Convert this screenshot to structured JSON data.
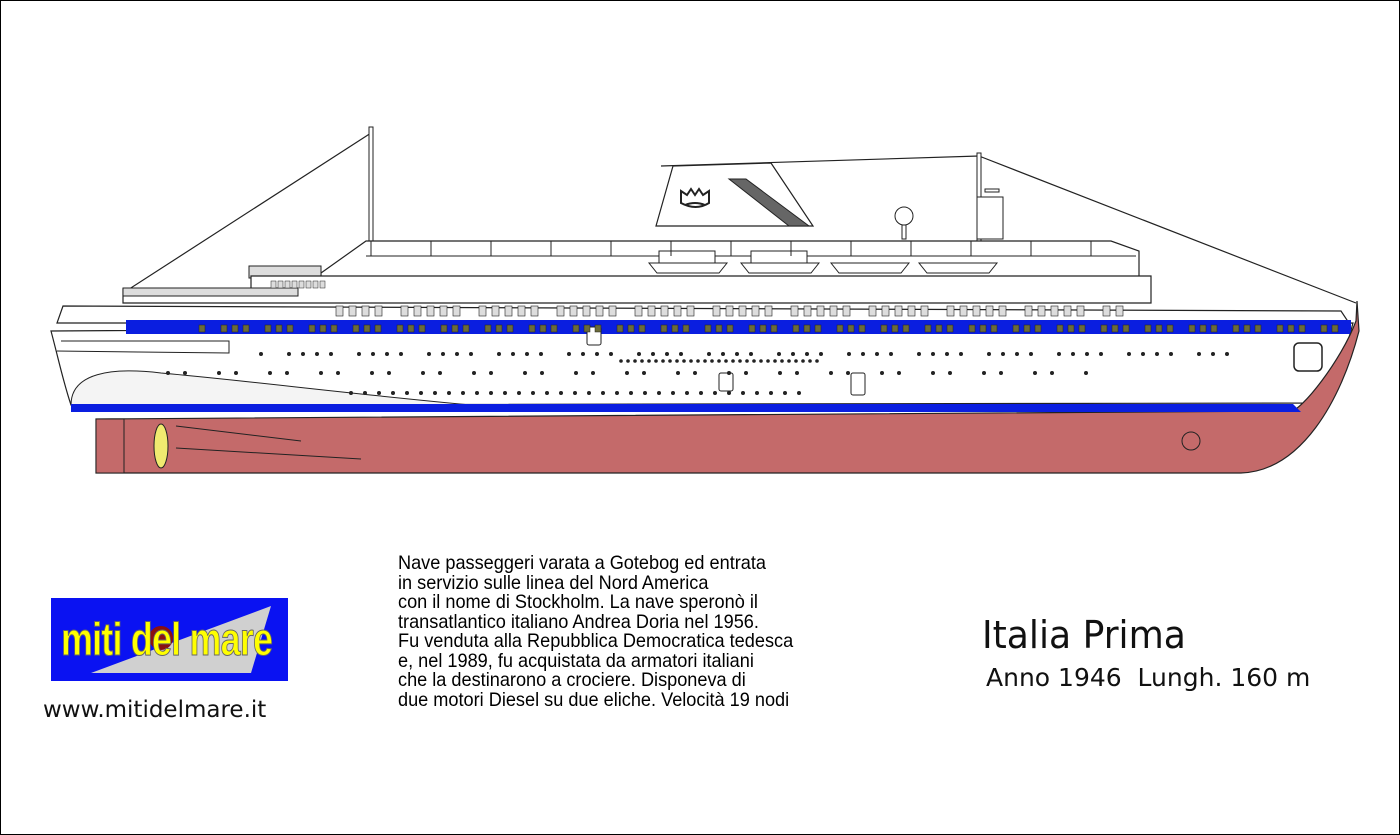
{
  "ship": {
    "title": "Italia Prima",
    "specs": "Anno 1946  Lungh. 160 m",
    "colors": {
      "hull_red": "#c46a6a",
      "stripe_blue": "#0a1ee0",
      "propeller": "#f0ea70",
      "superstructure": "#ffffff"
    }
  },
  "description": [
    "Nave passeggeri varata a Gotebog ed entrata",
    "in servizio sulle linea del Nord America",
    "con il nome di Stockholm. La nave speronò il",
    "transatlantico italiano Andrea Doria nel 1956.",
    "Fu venduta alla Repubblica Democratica tedesca",
    "e, nel 1989, fu acquistata da armatori italiani",
    "che la destinarono a crociere. Disponeva di",
    "due motori Diesel su due eliche. Velocità 19 nodi"
  ],
  "logo": {
    "text": "miti del mare",
    "url": "www.mitidelmare.it",
    "bg": "#0a12f2",
    "fg": "#ffff00"
  }
}
